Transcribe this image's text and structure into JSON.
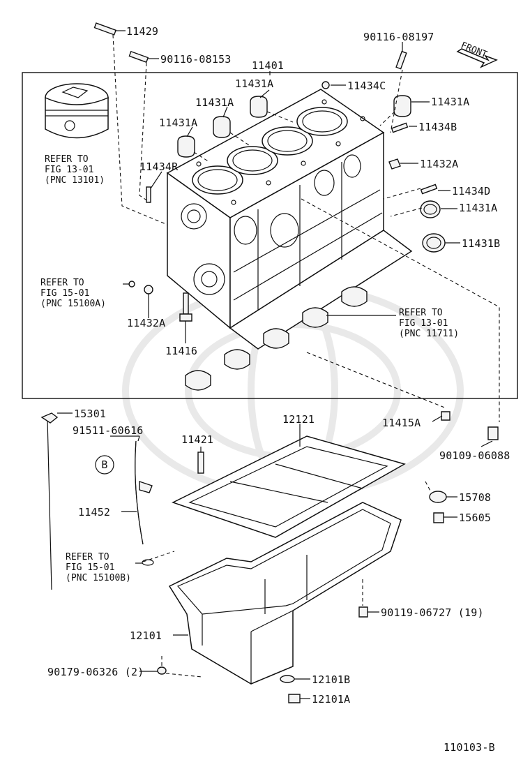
{
  "diagram_id": "110103-B",
  "callout_b": "B",
  "front_label": "FRONT",
  "labels": {
    "p11429": "11429",
    "p90116_08153": "90116-08153",
    "p90116_08197": "90116-08197",
    "p11401": "11401",
    "p11431a_1": "11431A",
    "p11434c": "11434C",
    "p11431a_2": "11431A",
    "p11431a_3": "11431A",
    "p11431a_4": "11431A",
    "p11434b": "11434B",
    "p11432a_1": "11432A",
    "p11434r": "11434R",
    "p11434d": "11434D",
    "p11431a_5": "11431A",
    "p11431b": "11431B",
    "p11432a_2": "11432A",
    "p11416": "11416",
    "p15301": "15301",
    "p91511_60616": "91511-60616",
    "p11421": "11421",
    "p12121": "12121",
    "p11415a": "11415A",
    "p90109_06088": "90109-06088",
    "p15708": "15708",
    "p15605": "15605",
    "p11452": "11452",
    "p90119_06727": "90119-06727 (19)",
    "p12101": "12101",
    "p90179_06326": "90179-06326 (2)",
    "p12101b": "12101B",
    "p12101a": "12101A"
  },
  "refers": {
    "r1": {
      "line1": "REFER TO",
      "line2": "FIG 13-01",
      "line3": "(PNC 13101)"
    },
    "r2": {
      "line1": "REFER TO",
      "line2": "FIG 15-01",
      "line3": "(PNC 15100A)"
    },
    "r3": {
      "line1": "REFER TO",
      "line2": "FIG 13-01",
      "line3": "(PNC 11711)"
    },
    "r4": {
      "line1": "REFER TO",
      "line2": "FIG 15-01",
      "line3": "(PNC 15100B)"
    }
  }
}
